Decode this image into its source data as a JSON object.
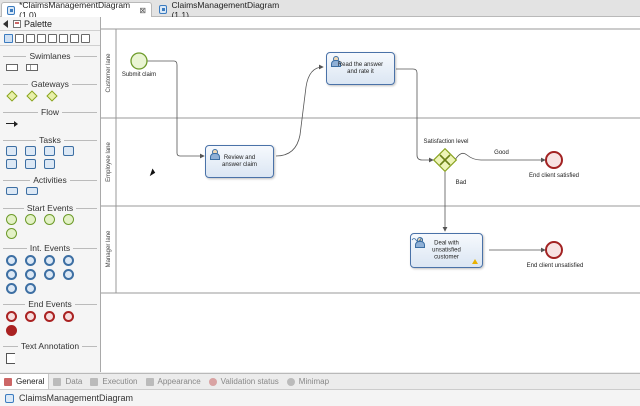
{
  "tabs": [
    {
      "label": "*ClaimsManagementDiagram (1.0)",
      "close": "⊠"
    },
    {
      "label": "ClaimsManagementDiagram (1.1)"
    }
  ],
  "palette": {
    "title": "Palette",
    "sections": {
      "swimlanes": "Swimlanes",
      "gateways": "Gateways",
      "flow": "Flow",
      "tasks": "Tasks",
      "activities": "Activities",
      "start_events": "Start Events",
      "int_events": "Int. Events",
      "end_events": "End Events",
      "text_annotation": "Text Annotation"
    }
  },
  "diagram": {
    "lanes": [
      "Customer lane",
      "Employee lane",
      "Manager lane"
    ],
    "start_event": "Submit claim",
    "tasks": {
      "read": "Read the answer and rate it",
      "review": "Review and answer claim",
      "deal": "Deal with unsatisfied customer"
    },
    "gateway": "Satisfaction level",
    "flows": {
      "good": "Good",
      "bad": "Bad"
    },
    "end_satisfied": "End client satisfied",
    "end_unsatisfied": "End client unsatisfied"
  },
  "bottom_tabs": [
    "General",
    "Data",
    "Execution",
    "Appearance",
    "Validation status",
    "Minimap"
  ],
  "window_title": "ClaimsManagementDiagram",
  "colors": {
    "task_border": "#4a72a8",
    "gateway": "#89a31f",
    "start_event": "#6d9b2a",
    "end_event": "#a22222"
  }
}
